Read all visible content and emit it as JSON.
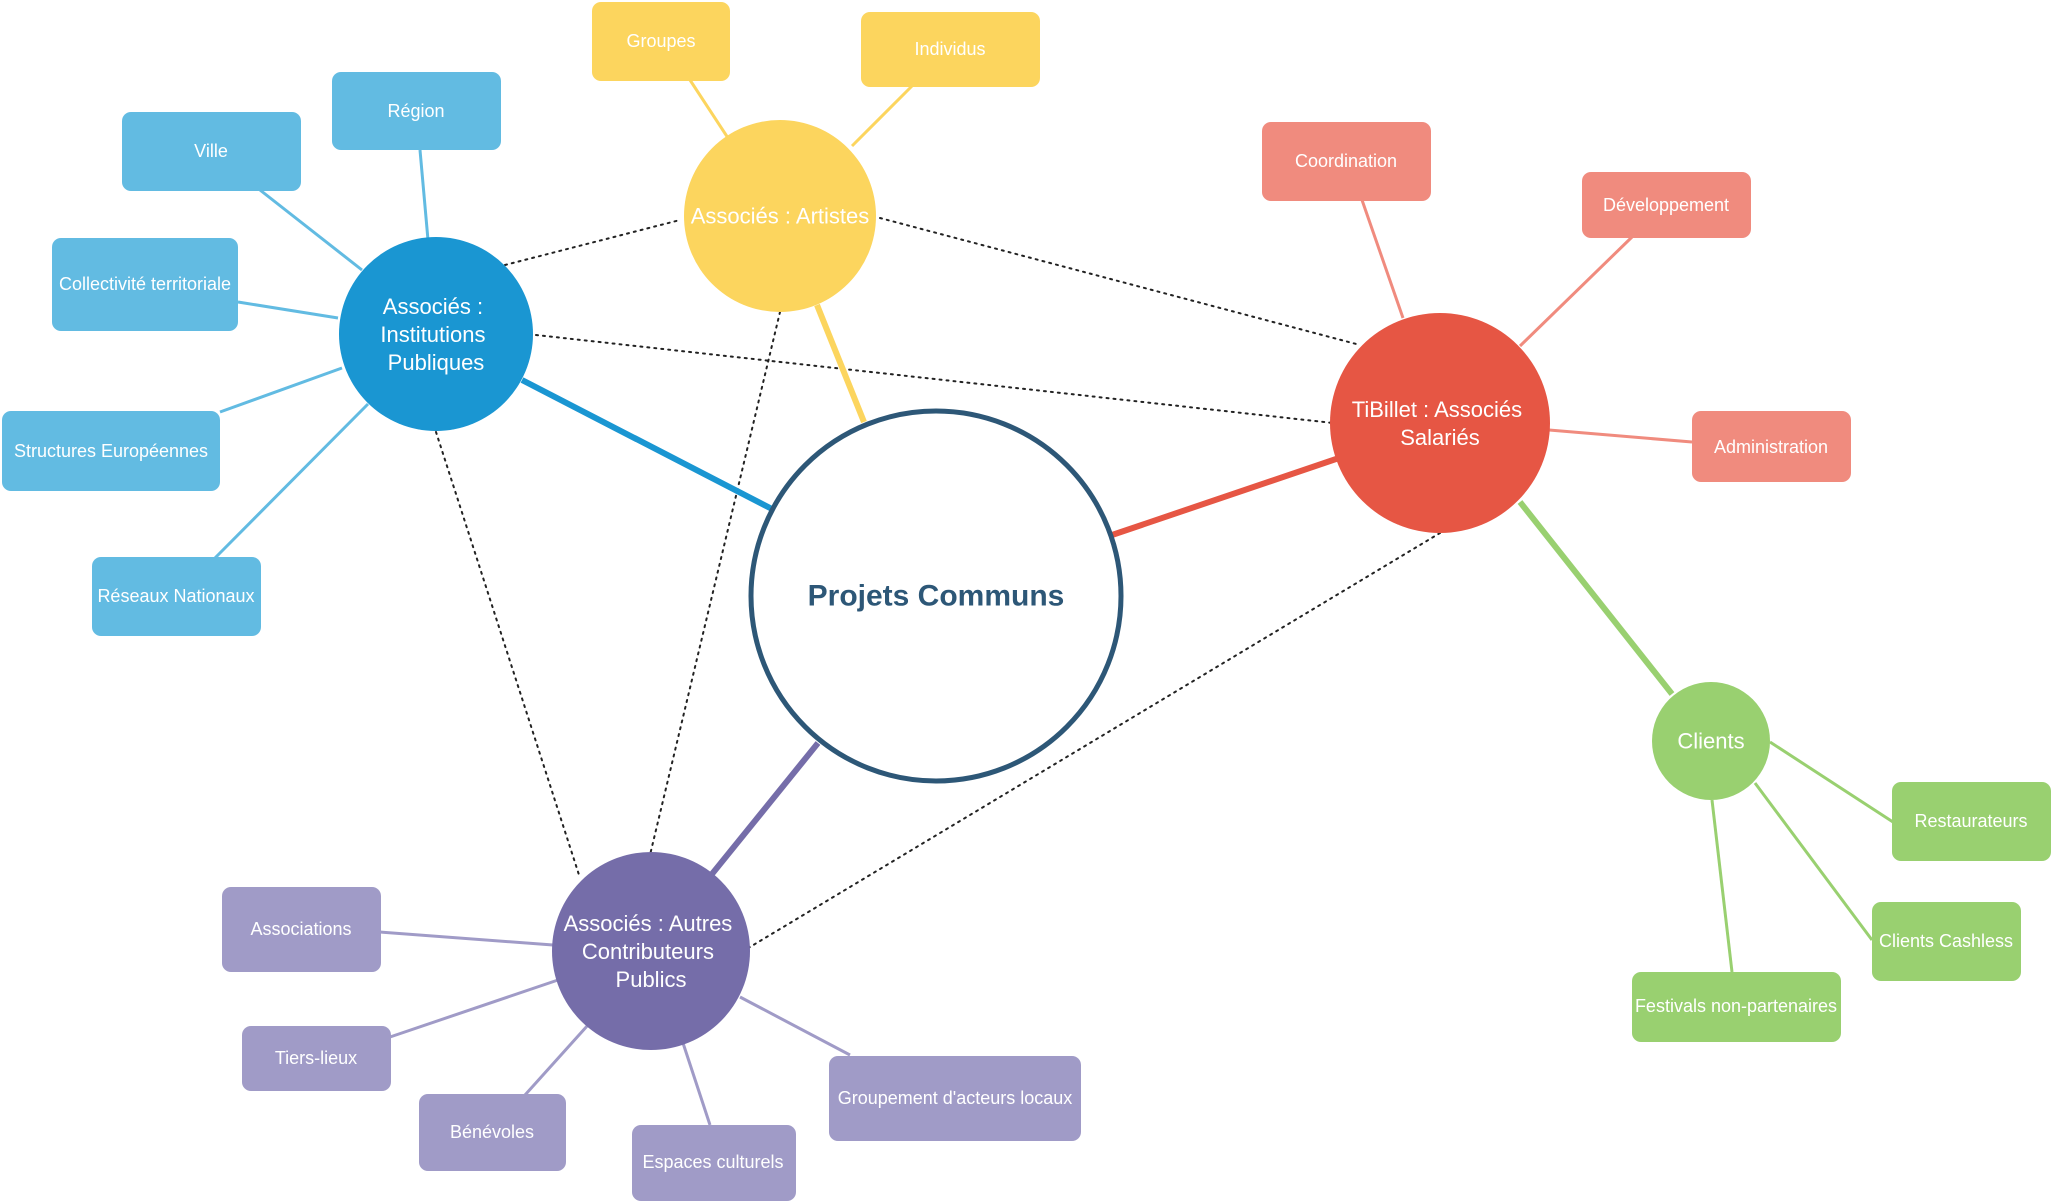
{
  "center": {
    "label": "Projets Communs",
    "color": "#2d5777"
  },
  "hubs": {
    "institutions": {
      "lines": [
        "Associés :",
        "Institutions",
        "Publiques"
      ],
      "color": "#1a96d2",
      "leaf_color": "#62bbe2",
      "leaves": [
        "Région",
        "Ville",
        "Collectivité territoriale",
        "Structures Européennes",
        "Réseaux Nationaux"
      ]
    },
    "artistes": {
      "lines": [
        "Associés : Artistes"
      ],
      "color": "#fcd55e",
      "leaf_color": "#fcd55e",
      "leaves": [
        "Groupes",
        "Individus"
      ]
    },
    "tibillet": {
      "lines": [
        "TiBillet : Associés",
        "Salariés"
      ],
      "color": "#e65644",
      "leaf_color": "#f08b7e",
      "leaves": [
        "Coordination",
        "Développement",
        "Administration"
      ]
    },
    "clients": {
      "lines": [
        "Clients"
      ],
      "color": "#99d070",
      "leaf_color": "#99d070",
      "leaves": [
        "Restaurateurs",
        "Clients Cashless",
        "Festivals non-partenaires"
      ]
    },
    "autres": {
      "lines": [
        "Associés : Autres",
        "Contributeurs",
        "Publics"
      ],
      "color": "#756da9",
      "leaf_color": "#a09bc7",
      "leaves": [
        "Associations",
        "Tiers-lieux",
        "Bénévoles",
        "Espaces culturels",
        "Groupement d'acteurs locaux"
      ]
    }
  }
}
